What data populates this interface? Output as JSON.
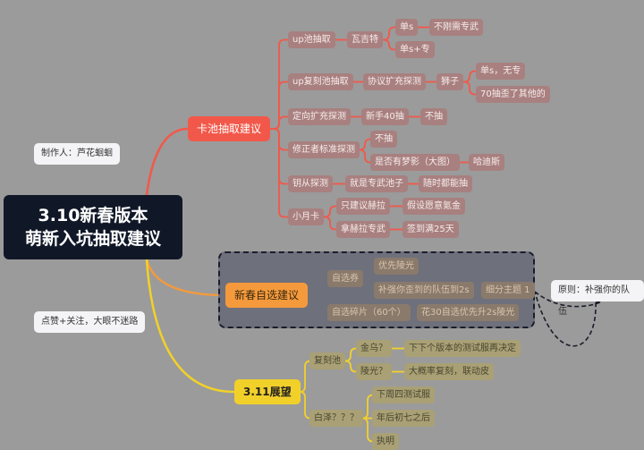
{
  "center": {
    "line1": "3.10新春版本",
    "line2": "萌新入坑抽取建议"
  },
  "notes": {
    "author": "制作人：芦花蛔蛔",
    "follow": "点赞+关注，大眼不迷路",
    "principle": "原则：补强你的队伍"
  },
  "branches": {
    "pool": {
      "label": "卡池抽取建议",
      "color": "#f2584a"
    },
    "spring": {
      "label": "新春自选建议",
      "color": "#f59a3c"
    },
    "outlook": {
      "label": "3.11展望",
      "color": "#f2d02a"
    }
  },
  "nodes": {
    "a1": "up池抽取",
    "a1a": "瓦吉特",
    "a1a1": "单s",
    "a1a1a": "不刚需专武",
    "a1a2": "单s+专",
    "a2": "up复刻池抽取",
    "a2a": "协议扩充探测",
    "a2a1": "狮子",
    "a2a1a": "单s，无专",
    "a2a1b": "70抽歪了其他的",
    "a3": "定向扩充探测",
    "a3a": "新手40抽",
    "a3a1": "不抽",
    "a4": "修正者标准探测",
    "a4a": "不抽",
    "a4b": "是否有梦影（大图）",
    "a4b1": "哈迪斯",
    "a5": "钥从探测",
    "a5a": "就是专武池子",
    "a5a1": "随时都能抽",
    "a6": "小月卡",
    "a6a": "只建议赫拉",
    "a6a1": "假设愿意氪金",
    "a6b": "拿赫拉专武",
    "a6b1": "签到满25天",
    "b1": "自选券",
    "b1a": "优先陵光",
    "b1b": "补强你歪到的队伍到2s",
    "b1b1": "细分主题 1",
    "b2": "自选碎片（60个）",
    "b2a": "花30自选优先升2s陵光",
    "c1": "复刻池",
    "c1a": "金乌？",
    "c1a1": "下下个版本的测试服再决定",
    "c1b": "陵光？",
    "c1b1": "大概率复刻，联动皮",
    "c2": "白泽？？？",
    "c2a": "下周四测试服",
    "c2b": "年后初七之后",
    "c2c": "执明"
  }
}
